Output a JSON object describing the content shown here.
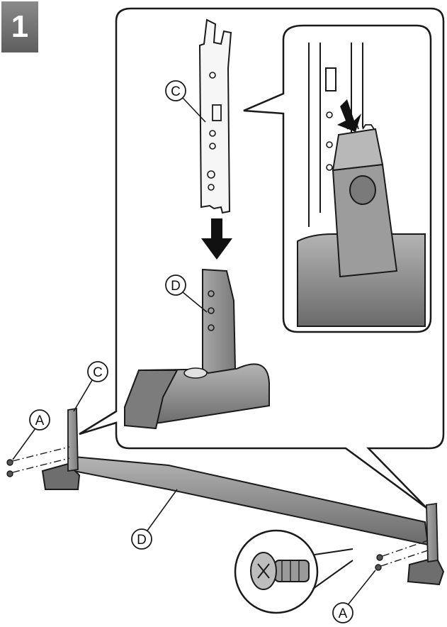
{
  "step": {
    "number": "1"
  },
  "labels": {
    "c_upper": "C",
    "d_upper": "D",
    "c_lower": "C",
    "a_left": "A",
    "d_lower": "D",
    "a_right": "A"
  },
  "colors": {
    "part_fill": "#9a9a9a",
    "part_dark": "#6e6e6e",
    "part_light": "#bdbdbd",
    "stroke": "#1a1a1a",
    "arrow": "#111111"
  },
  "icons": {
    "insert_arrow": "down-arrow-icon",
    "detail_arrow": "down-arrow-icon",
    "screw": "screw-icon"
  }
}
